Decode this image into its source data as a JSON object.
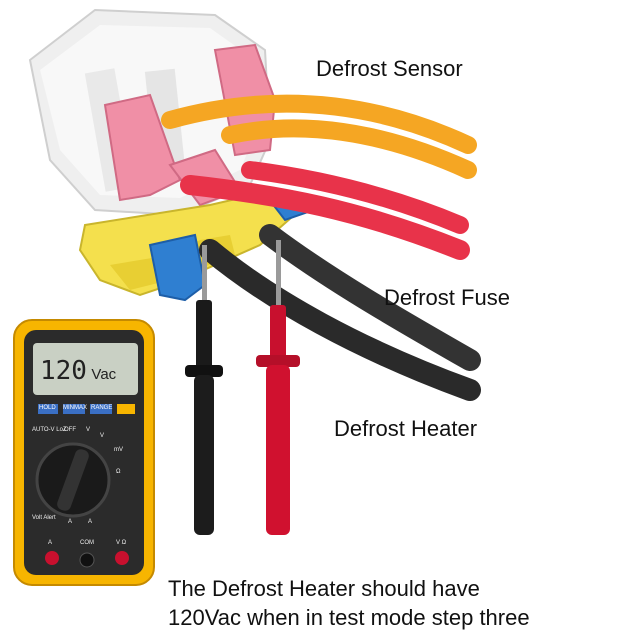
{
  "labels": {
    "sensor": "Defrost Sensor",
    "fuse": "Defrost Fuse",
    "heater": "Defrost Heater"
  },
  "caption": {
    "line1": "The Defrost Heater should have",
    "line2": "120Vac when in test mode step three"
  },
  "meter": {
    "reading": "120",
    "unit": "Vac",
    "buttons": [
      "HOLD",
      "MINMAX",
      "RANGE"
    ],
    "dial_labels": [
      "AUTO-V LoZ",
      "OFF",
      "V",
      "V",
      "mV",
      "Ω",
      "Volt Alert",
      "A",
      "A"
    ],
    "jacks": [
      "A",
      "COM",
      "V Ω"
    ]
  },
  "colors": {
    "orange_wire": "#f5a623",
    "red_wire": "#e8334a",
    "black_wire": "#2a2a2a",
    "connector_white": "#f1f1f1",
    "connector_pink": "#f08fa6",
    "connector_yellow": "#f4e04d",
    "connector_blue": "#2f7fd1",
    "meter_yellow": "#f7b500",
    "lcd": "#c9d0c4"
  }
}
